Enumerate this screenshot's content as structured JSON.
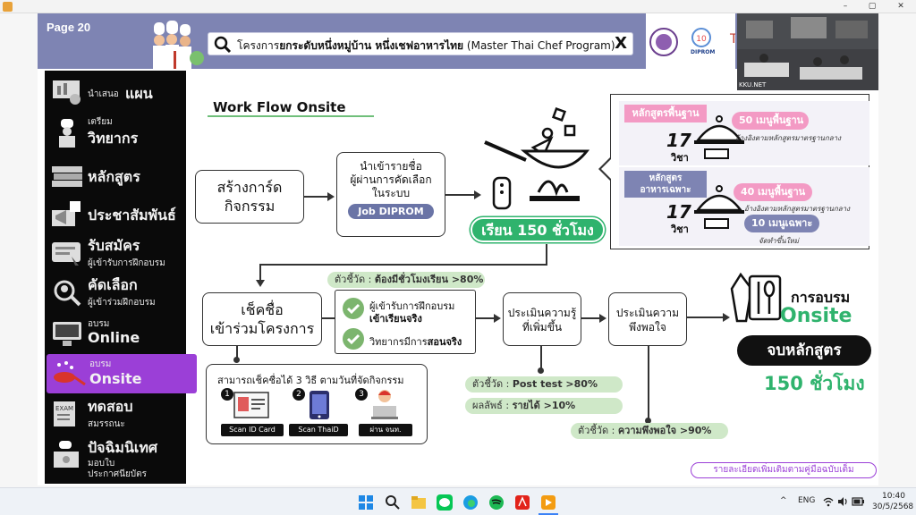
{
  "window": {
    "minimize": "–",
    "maximize": "▢",
    "close": "✕"
  },
  "header": {
    "page_label": "Page 20",
    "search_prefix": "โครงการ",
    "search_bold": "ยกระดับหนึ่งหมู่บ้าน หนึ่งเชฟอาหารไทย",
    "search_suffix": " (Master Thai Chef Program)",
    "close": "X",
    "logo_text": "DIPROM",
    "video_label": "KKU.NET"
  },
  "sidebar": {
    "items": [
      {
        "small": "นำเสนอ",
        "big": "แผน",
        "icon": "presentation-icon"
      },
      {
        "small": "เตรียม",
        "big": "วิทยากร",
        "icon": "chef-icon"
      },
      {
        "small": "",
        "big": "หลักสูตร",
        "icon": "books-icon"
      },
      {
        "small": "",
        "big": "ประชาสัมพันธ์",
        "icon": "megaphone-icon"
      },
      {
        "small": "ผู้เข้ารับการฝึกอบรม",
        "big": "รับสมัคร",
        "icon": "form-icon"
      },
      {
        "small": "ผู้เข้าร่วมฝึกอบรม",
        "big": "คัดเลือก",
        "icon": "magnifier-icon"
      },
      {
        "small": "อบรม",
        "big": "Online",
        "icon": "monitor-icon"
      },
      {
        "small": "อบรม",
        "big": "Onsite",
        "icon": "pan-icon"
      },
      {
        "small": "สมรรถนะ",
        "big": "ทดสอบ",
        "icon": "exam-icon"
      },
      {
        "small": "มอบใบ\nประกาศนียบัตร",
        "big": "ปัจฉิมนิเทศ",
        "icon": "certificate-icon"
      }
    ]
  },
  "content": {
    "title": "Work Flow Onsite",
    "create_card": "สร้างการ์ด\nกิจกรรม",
    "import_names": "นำเข้ารายชื่อ\nผู้ผ่านการคัดเลือก\nในระบบ",
    "job_diprom": "Job DIPROM",
    "study_hours": "เรียน 150 ชั่วโมง",
    "course_basic_title": "หลักสูตรพื้นฐาน",
    "course_basic_subjects_num": "17",
    "course_basic_subjects_unit": "วิชา",
    "course_basic_menu": "50 เมนูพื้นฐาน",
    "course_basic_note": "อ้างอิงตามหลักสูตรมาตรฐานกลาง",
    "course_special_title": "หลักสูตร\nอาหารเฉพาะ",
    "course_special_subjects_num": "17",
    "course_special_subjects_unit": "วิชา",
    "course_special_menu": "40 เมนูพื้นฐาน",
    "course_special_note": "อ้างอิงตามหลักสูตรมาตรฐานกลาง",
    "course_special_extra": "10 เมนูเฉพาะ",
    "course_special_extra_note": "จัดทำขึ้นใหม่",
    "indicator_attendance_prefix": "ตัวชี้วัด : ",
    "indicator_attendance": "ต้องมีชั่วโมงเรียน >80%",
    "checkin": "เช็คชื่อ\nเข้าร่วมโครงการ",
    "check_trainee_1": "ผู้เข้ารับการฝึกอบรม",
    "check_trainee_2": "เข้าเรียนจริง",
    "check_trainer_1": "วิทยากรมีการ",
    "check_trainer_2": "สอนจริง",
    "assess_knowledge": "ประเมินความรู้\nที่เพิ่มขึ้น",
    "assess_satisfaction": "ประเมินความ\nพึงพอใจ",
    "posttest_prefix": "ตัวชี้วัด : ",
    "posttest": "Post test >80%",
    "result_prefix": "ผลลัพธ์ : ",
    "result": "รายได้ >10%",
    "satisfaction_prefix": "ตัวชี้วัด : ",
    "satisfaction": "ความพึงพอใจ >90%",
    "checkin_methods": "สามารถเช็คชื่อได้ 3 วิธี ตามวันที่จัดกิจกรรม",
    "method_1_num": "1",
    "method_1": "Scan ID Card",
    "method_2_num": "2",
    "method_2": "Scan ThaiD",
    "method_3_num": "3",
    "method_3": "ผ่าน จนท.",
    "training_label": "การอบรม",
    "onsite_label": "Onsite",
    "complete_label": "จบหลักสูตร",
    "hours_label": "150 ชั่วโมง",
    "more_details": "รายละเอียดเพิ่มเติมตามคู่มือฉบับเต็ม"
  },
  "taskbar": {
    "lang": "ENG",
    "time": "10:40",
    "date": "30/5/2568",
    "chevron": "^"
  },
  "colors": {
    "header_bg": "#7e84b3",
    "accent_purple": "#9b3fd7",
    "green": "#2fb36d",
    "pink": "#f39ac4",
    "light_green": "#cfe8c8"
  }
}
